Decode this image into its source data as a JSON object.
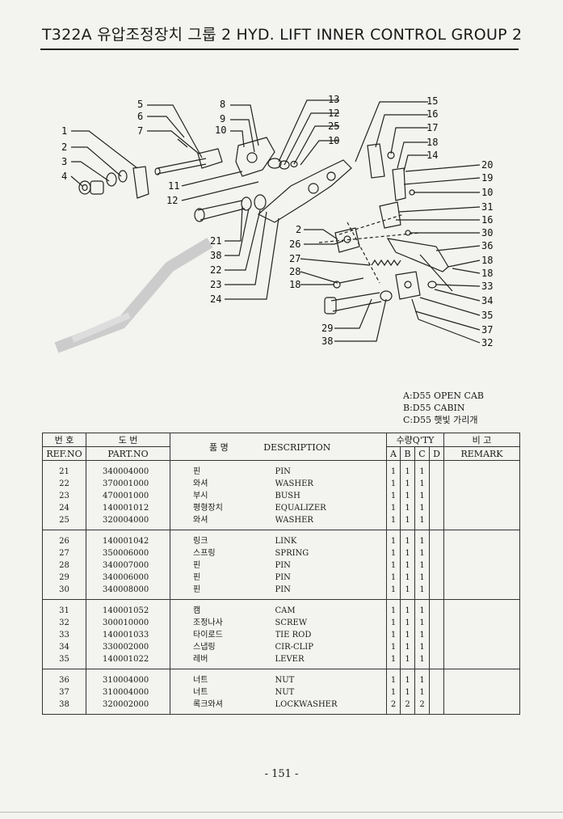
{
  "header": {
    "title": "T322A 유압조정장치 그룹 2 HYD. LIFT INNER CONTROL GROUP 2"
  },
  "legend": [
    "A:D55 OPEN CAB",
    "B:D55 CABIN",
    "C:D55 햇빛 가리개"
  ],
  "callouts_left": [
    "5",
    "6",
    "7",
    "1",
    "2",
    "3",
    "4",
    "11",
    "12",
    "21",
    "38",
    "22",
    "23",
    "24"
  ],
  "callouts_mid": [
    "8",
    "9",
    "10",
    "13",
    "12",
    "25",
    "10",
    "2",
    "26",
    "27",
    "28",
    "18",
    "29",
    "38"
  ],
  "callouts_right": [
    "15",
    "16",
    "17",
    "18",
    "14",
    "20",
    "19",
    "10",
    "31",
    "16",
    "30",
    "36",
    "18",
    "18",
    "33",
    "34",
    "35",
    "37",
    "32"
  ],
  "table": {
    "headers": {
      "ref_ko": "번 호",
      "ref_en": "REF.NO",
      "part_ko": "도 번",
      "part_en": "PART.NO",
      "name_ko": "품 명",
      "desc": "DESCRIPTION",
      "qty_ko": "수량Q'TY",
      "qty_a": "A",
      "qty_b": "B",
      "qty_c": "C",
      "qty_d": "D",
      "remark_ko": "비 고",
      "remark_en": "REMARK"
    },
    "groups": [
      [
        {
          "ref": "21",
          "part": "340004000",
          "ko": "핀",
          "desc": "PIN",
          "a": "1",
          "b": "1",
          "c": "1",
          "d": ""
        },
        {
          "ref": "22",
          "part": "370001000",
          "ko": "와셔",
          "desc": "WASHER",
          "a": "1",
          "b": "1",
          "c": "1",
          "d": ""
        },
        {
          "ref": "23",
          "part": "470001000",
          "ko": "부시",
          "desc": "BUSH",
          "a": "1",
          "b": "1",
          "c": "1",
          "d": ""
        },
        {
          "ref": "24",
          "part": "140001012",
          "ko": "평형장치",
          "desc": "EQUALIZER",
          "a": "1",
          "b": "1",
          "c": "1",
          "d": ""
        },
        {
          "ref": "25",
          "part": "320004000",
          "ko": "와셔",
          "desc": "WASHER",
          "a": "1",
          "b": "1",
          "c": "1",
          "d": ""
        }
      ],
      [
        {
          "ref": "26",
          "part": "140001042",
          "ko": "링크",
          "desc": "LINK",
          "a": "1",
          "b": "1",
          "c": "1",
          "d": ""
        },
        {
          "ref": "27",
          "part": "350006000",
          "ko": "스프링",
          "desc": "SPRING",
          "a": "1",
          "b": "1",
          "c": "1",
          "d": ""
        },
        {
          "ref": "28",
          "part": "340007000",
          "ko": "핀",
          "desc": "PIN",
          "a": "1",
          "b": "1",
          "c": "1",
          "d": ""
        },
        {
          "ref": "29",
          "part": "340006000",
          "ko": "핀",
          "desc": "PIN",
          "a": "1",
          "b": "1",
          "c": "1",
          "d": ""
        },
        {
          "ref": "30",
          "part": "340008000",
          "ko": "핀",
          "desc": "PIN",
          "a": "1",
          "b": "1",
          "c": "1",
          "d": ""
        }
      ],
      [
        {
          "ref": "31",
          "part": "140001052",
          "ko": "캠",
          "desc": "CAM",
          "a": "1",
          "b": "1",
          "c": "1",
          "d": ""
        },
        {
          "ref": "32",
          "part": "300010000",
          "ko": "조정나사",
          "desc": "SCREW",
          "a": "1",
          "b": "1",
          "c": "1",
          "d": ""
        },
        {
          "ref": "33",
          "part": "140001033",
          "ko": "타이로드",
          "desc": "TIE ROD",
          "a": "1",
          "b": "1",
          "c": "1",
          "d": ""
        },
        {
          "ref": "34",
          "part": "330002000",
          "ko": "스냅링",
          "desc": "CIR-CLIP",
          "a": "1",
          "b": "1",
          "c": "1",
          "d": ""
        },
        {
          "ref": "35",
          "part": "140001022",
          "ko": "레버",
          "desc": "LEVER",
          "a": "1",
          "b": "1",
          "c": "1",
          "d": ""
        }
      ],
      [
        {
          "ref": "36",
          "part": "310004000",
          "ko": "너트",
          "desc": "NUT",
          "a": "1",
          "b": "1",
          "c": "1",
          "d": ""
        },
        {
          "ref": "37",
          "part": "310004000",
          "ko": "너트",
          "desc": "NUT",
          "a": "1",
          "b": "1",
          "c": "1",
          "d": ""
        },
        {
          "ref": "38",
          "part": "320002000",
          "ko": "록크와셔",
          "desc": "LOCKWASHER",
          "a": "2",
          "b": "2",
          "c": "2",
          "d": ""
        }
      ]
    ]
  },
  "footer": {
    "page": "- 151 -"
  }
}
